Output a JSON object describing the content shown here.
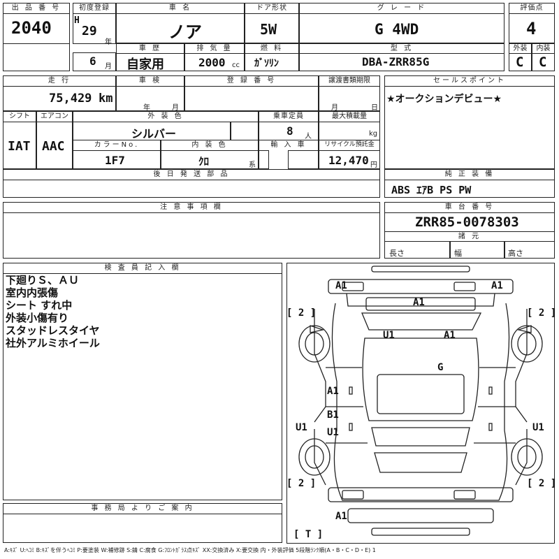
{
  "header": {
    "lot_number_label": "出 品 番 号",
    "lot_number": "2040",
    "first_reg_label": "初度登録",
    "era": "H",
    "year": "29",
    "year_unit": "年",
    "month": "6",
    "month_unit": "月",
    "car_name_label": "車 名",
    "car_name": "ノア",
    "door_label": "ドア形状",
    "door": "5W",
    "grade_label": "グ レ ー ド",
    "grade": "G 4WD",
    "score_label": "評価点",
    "score": "4",
    "history_label": "車 歴",
    "history": "自家用",
    "displacement_label": "排 気 量",
    "displacement": "2000",
    "displacement_unit": "cc",
    "fuel_label": "燃 料",
    "fuel": "ｶﾞｿﾘﾝ",
    "model_label": "型 式",
    "model": "DBA-ZRR85G",
    "exterior_label": "外装",
    "exterior_grade": "C",
    "interior_label": "内装",
    "interior_grade": "C"
  },
  "row2": {
    "mileage_label": "走 行",
    "mileage": "75,429",
    "mileage_unit": "km",
    "inspection_label": "車 検",
    "inspection_year_unit": "年",
    "inspection_month_unit": "月",
    "reg_number_label": "登 録 番 号",
    "transfer_label": "譲渡書類期限",
    "transfer_month_unit": "月",
    "transfer_day_unit": "日",
    "shift_label": "シフト",
    "shift": "IAT",
    "aircon_label": "エアコン",
    "aircon": "AAC",
    "color_label": "外 装 色",
    "color": "シルバー",
    "capacity_label": "乗車定員",
    "capacity": "8",
    "capacity_unit": "人",
    "load_label": "最大積載量",
    "load_unit": "kg",
    "color_no_label": "カラーNo.",
    "color_no": "1F7",
    "interior_color_label": "内 装 色",
    "interior_color": "ｸﾛ",
    "interior_color_unit": "系",
    "import_label": "輸 入 車",
    "recycle_label": "リサイクル預託金",
    "recycle": "12,470",
    "recycle_unit": "円",
    "later_parts_label": "後 日 発 送 部 品"
  },
  "sales_point": {
    "label": "セールスポイント",
    "text": "★オークションデビュー★"
  },
  "equipment": {
    "label": "純 正 装 備",
    "text": "ABS ｴｱB PS PW"
  },
  "notes_section": {
    "label": "注 意 事 項 欄"
  },
  "chassis": {
    "label": "車 台 番 号",
    "number": "ZRR85-0078303",
    "spec_label": "諸 元",
    "length_label": "長さ",
    "width_label": "幅",
    "height_label": "高さ"
  },
  "inspector": {
    "label": "検 査 員 記 入 欄",
    "lines": [
      "下廻りＳ、ＡＵ",
      "室内内張傷",
      "シート すれ中",
      "外装小傷有り",
      "スタッドレスタイヤ",
      "社外アルミホイール"
    ]
  },
  "office": {
    "label": "事 務 局 よ り ご 案 内"
  },
  "diagram_marks": {
    "front_left": "A1",
    "front_right": "A1",
    "hood": "A1",
    "windshield_left": "U1",
    "windshield_right": "A1",
    "roof": "G",
    "left_door": "A1",
    "left_rear_1": "B1",
    "left_rear_2": "U1",
    "left_sill": "U1",
    "right_sill": "U1",
    "tire_fl": "[ 2 ]",
    "tire_fr": "[ 2 ]",
    "tire_rl": "[ 2 ]",
    "tire_rr": "[ 2 ]",
    "rear": "A1",
    "trunk": "[ T ]"
  },
  "legend": "A:ｷｽﾞ U:ﾍｺﾐ B:ｷｽﾞを伴うﾍｺﾐ P:要塗装 W:補修跡 S:錆 C:腐食 G:ﾌﾛﾝﾄｶﾞﾗｽ点ｷｽﾞ XX:交換済み X:要交換 内・外装評価 5段階ﾗﾝｸ順(A・B・C・D・E) 1"
}
